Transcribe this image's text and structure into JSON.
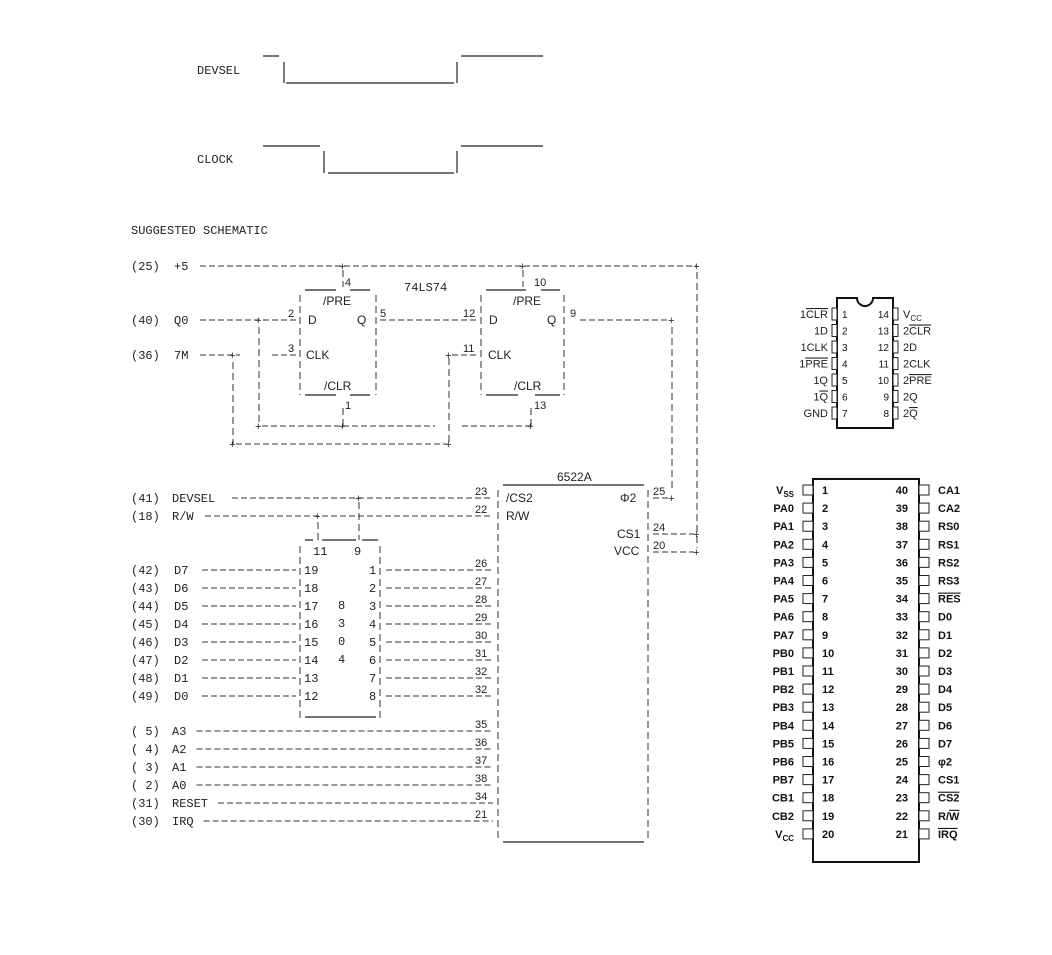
{
  "timing": {
    "devsel_label": "DEVSEL",
    "clock_label": "CLOCK"
  },
  "schematic": {
    "title": "SUGGESTED SCHEMATIC",
    "signals_top": [
      {
        "pin": "(25)",
        "name": "+5"
      },
      {
        "pin": "(40)",
        "name": "Q0"
      },
      {
        "pin": "(36)",
        "name": "7M"
      }
    ],
    "flipflop": {
      "part": "74LS74",
      "ff1": {
        "pre_label": "/PRE",
        "clr_label": "/CLR",
        "d_label": "D",
        "q_label": "Q",
        "clk_label": "CLK",
        "pin_pre": "4",
        "pin_d": "2",
        "pin_clk": "3",
        "pin_q": "5",
        "pin_clr": "1"
      },
      "ff2": {
        "pre_label": "/PRE",
        "clr_label": "/CLR",
        "d_label": "D",
        "q_label": "Q",
        "clk_label": "CLK",
        "pin_pre": "10",
        "pin_d": "12",
        "pin_clk": "11",
        "pin_q": "9",
        "pin_clr": "13"
      }
    },
    "control_signals": [
      {
        "pin": "(41)",
        "name": "DEVSEL",
        "via_pin": "23"
      },
      {
        "pin": "(18)",
        "name": "R/W",
        "via_pin": "22"
      }
    ],
    "buffer": {
      "name": "8304",
      "top_pins": [
        "11",
        "9"
      ],
      "center_label": [
        "8",
        "3",
        "0",
        "4"
      ]
    },
    "data_signals": [
      {
        "pin": "(42)",
        "name": "D7",
        "left_pin": "19",
        "right_pin": "1",
        "via_pin": "26"
      },
      {
        "pin": "(43)",
        "name": "D6",
        "left_pin": "18",
        "right_pin": "2",
        "via_pin": "27"
      },
      {
        "pin": "(44)",
        "name": "D5",
        "left_pin": "17",
        "right_pin": "3",
        "via_pin": "28"
      },
      {
        "pin": "(45)",
        "name": "D4",
        "left_pin": "16",
        "right_pin": "4",
        "via_pin": "29"
      },
      {
        "pin": "(46)",
        "name": "D3",
        "left_pin": "15",
        "right_pin": "5",
        "via_pin": "30"
      },
      {
        "pin": "(47)",
        "name": "D2",
        "left_pin": "14",
        "right_pin": "6",
        "via_pin": "31"
      },
      {
        "pin": "(48)",
        "name": "D1",
        "left_pin": "13",
        "right_pin": "7",
        "via_pin": "32"
      },
      {
        "pin": "(49)",
        "name": "D0",
        "left_pin": "12",
        "right_pin": "8",
        "via_pin": "32"
      }
    ],
    "address_signals": [
      {
        "pin": "( 5)",
        "name": "A3",
        "via_pin": "35"
      },
      {
        "pin": "( 4)",
        "name": "A2",
        "via_pin": "36"
      },
      {
        "pin": "( 3)",
        "name": "A1",
        "via_pin": "37"
      },
      {
        "pin": "( 2)",
        "name": "A0",
        "via_pin": "38"
      },
      {
        "pin": "(31)",
        "name": "RESET",
        "via_pin": "34"
      },
      {
        "pin": "(30)",
        "name": "IRQ",
        "via_pin": "21"
      }
    ],
    "via": {
      "part": "6522A",
      "cs2_label": "/CS2",
      "rw_label": "R/W",
      "phi2_label": "Φ2",
      "cs1_label": "CS1",
      "vcc_label": "VCC",
      "pin_phi2": "25",
      "pin_cs1": "24",
      "pin_vcc": "20"
    }
  },
  "pinout_74ls74": {
    "left": [
      {
        "num": "1",
        "name": "1CLR",
        "bar": "CLR",
        "prefix": "1"
      },
      {
        "num": "2",
        "name": "1D",
        "bar": "",
        "prefix": "1D"
      },
      {
        "num": "3",
        "name": "1CLK",
        "bar": "",
        "prefix": "1CLK"
      },
      {
        "num": "4",
        "name": "1PRE",
        "bar": "PRE",
        "prefix": "1"
      },
      {
        "num": "5",
        "name": "1Q",
        "bar": "",
        "prefix": "1Q"
      },
      {
        "num": "6",
        "name": "1Q",
        "bar": "Q",
        "prefix": "1"
      },
      {
        "num": "7",
        "name": "GND",
        "bar": "",
        "prefix": "GND"
      }
    ],
    "right": [
      {
        "num": "14",
        "name": "VCC",
        "bar": "",
        "prefix": "V",
        "sub": "CC"
      },
      {
        "num": "13",
        "name": "2CLR",
        "bar": "CLR",
        "prefix": "2"
      },
      {
        "num": "12",
        "name": "2D",
        "bar": "",
        "prefix": "2D"
      },
      {
        "num": "11",
        "name": "2CLK",
        "bar": "",
        "prefix": "2CLK"
      },
      {
        "num": "10",
        "name": "2PRE",
        "bar": "PRE",
        "prefix": "2"
      },
      {
        "num": "9",
        "name": "2Q",
        "bar": "",
        "prefix": "2Q"
      },
      {
        "num": "8",
        "name": "2Q",
        "bar": "Q",
        "prefix": "2"
      }
    ]
  },
  "pinout_6522": {
    "left": [
      {
        "num": "1",
        "name": "VSS",
        "prefix": "V",
        "sub": "SS",
        "bar": false
      },
      {
        "num": "2",
        "name": "PA0",
        "prefix": "PA0",
        "bar": false
      },
      {
        "num": "3",
        "name": "PA1",
        "prefix": "PA1",
        "bar": false
      },
      {
        "num": "4",
        "name": "PA2",
        "prefix": "PA2",
        "bar": false
      },
      {
        "num": "5",
        "name": "PA3",
        "prefix": "PA3",
        "bar": false
      },
      {
        "num": "6",
        "name": "PA4",
        "prefix": "PA4",
        "bar": false
      },
      {
        "num": "7",
        "name": "PA5",
        "prefix": "PA5",
        "bar": false
      },
      {
        "num": "8",
        "name": "PA6",
        "prefix": "PA6",
        "bar": false
      },
      {
        "num": "9",
        "name": "PA7",
        "prefix": "PA7",
        "bar": false
      },
      {
        "num": "10",
        "name": "PB0",
        "prefix": "PB0",
        "bar": false
      },
      {
        "num": "11",
        "name": "PB1",
        "prefix": "PB1",
        "bar": false
      },
      {
        "num": "12",
        "name": "PB2",
        "prefix": "PB2",
        "bar": false
      },
      {
        "num": "13",
        "name": "PB3",
        "prefix": "PB3",
        "bar": false
      },
      {
        "num": "14",
        "name": "PB4",
        "prefix": "PB4",
        "bar": false
      },
      {
        "num": "15",
        "name": "PB5",
        "prefix": "PB5",
        "bar": false
      },
      {
        "num": "16",
        "name": "PB6",
        "prefix": "PB6",
        "bar": false
      },
      {
        "num": "17",
        "name": "PB7",
        "prefix": "PB7",
        "bar": false
      },
      {
        "num": "18",
        "name": "CB1",
        "prefix": "CB1",
        "bar": false
      },
      {
        "num": "19",
        "name": "CB2",
        "prefix": "CB2",
        "bar": false
      },
      {
        "num": "20",
        "name": "VCC",
        "prefix": "V",
        "sub": "CC",
        "bar": false
      }
    ],
    "right": [
      {
        "num": "40",
        "name": "CA1",
        "prefix": "CA1",
        "bar": false
      },
      {
        "num": "39",
        "name": "CA2",
        "prefix": "CA2",
        "bar": false
      },
      {
        "num": "38",
        "name": "RS0",
        "prefix": "RS0",
        "bar": false
      },
      {
        "num": "37",
        "name": "RS1",
        "prefix": "RS1",
        "bar": false
      },
      {
        "num": "36",
        "name": "RS2",
        "prefix": "RS2",
        "bar": false
      },
      {
        "num": "35",
        "name": "RS3",
        "prefix": "RS3",
        "bar": false
      },
      {
        "num": "34",
        "name": "RES",
        "prefix": "RES",
        "bar": true
      },
      {
        "num": "33",
        "name": "D0",
        "prefix": "D0",
        "bar": false
      },
      {
        "num": "32",
        "name": "D1",
        "prefix": "D1",
        "bar": false
      },
      {
        "num": "31",
        "name": "D2",
        "prefix": "D2",
        "bar": false
      },
      {
        "num": "30",
        "name": "D3",
        "prefix": "D3",
        "bar": false
      },
      {
        "num": "29",
        "name": "D4",
        "prefix": "D4",
        "bar": false
      },
      {
        "num": "28",
        "name": "D5",
        "prefix": "D5",
        "bar": false
      },
      {
        "num": "27",
        "name": "D6",
        "prefix": "D6",
        "bar": false
      },
      {
        "num": "26",
        "name": "D7",
        "prefix": "D7",
        "bar": false
      },
      {
        "num": "25",
        "name": "φ2",
        "prefix": "φ2",
        "bar": false
      },
      {
        "num": "24",
        "name": "CS1",
        "prefix": "CS1",
        "bar": false
      },
      {
        "num": "23",
        "name": "CS2",
        "prefix": "CS2",
        "bar": true
      },
      {
        "num": "22",
        "name": "R/W",
        "prefix": "R/W",
        "bar": "W"
      },
      {
        "num": "21",
        "name": "IRQ",
        "prefix": "IRQ",
        "bar": true
      }
    ]
  }
}
